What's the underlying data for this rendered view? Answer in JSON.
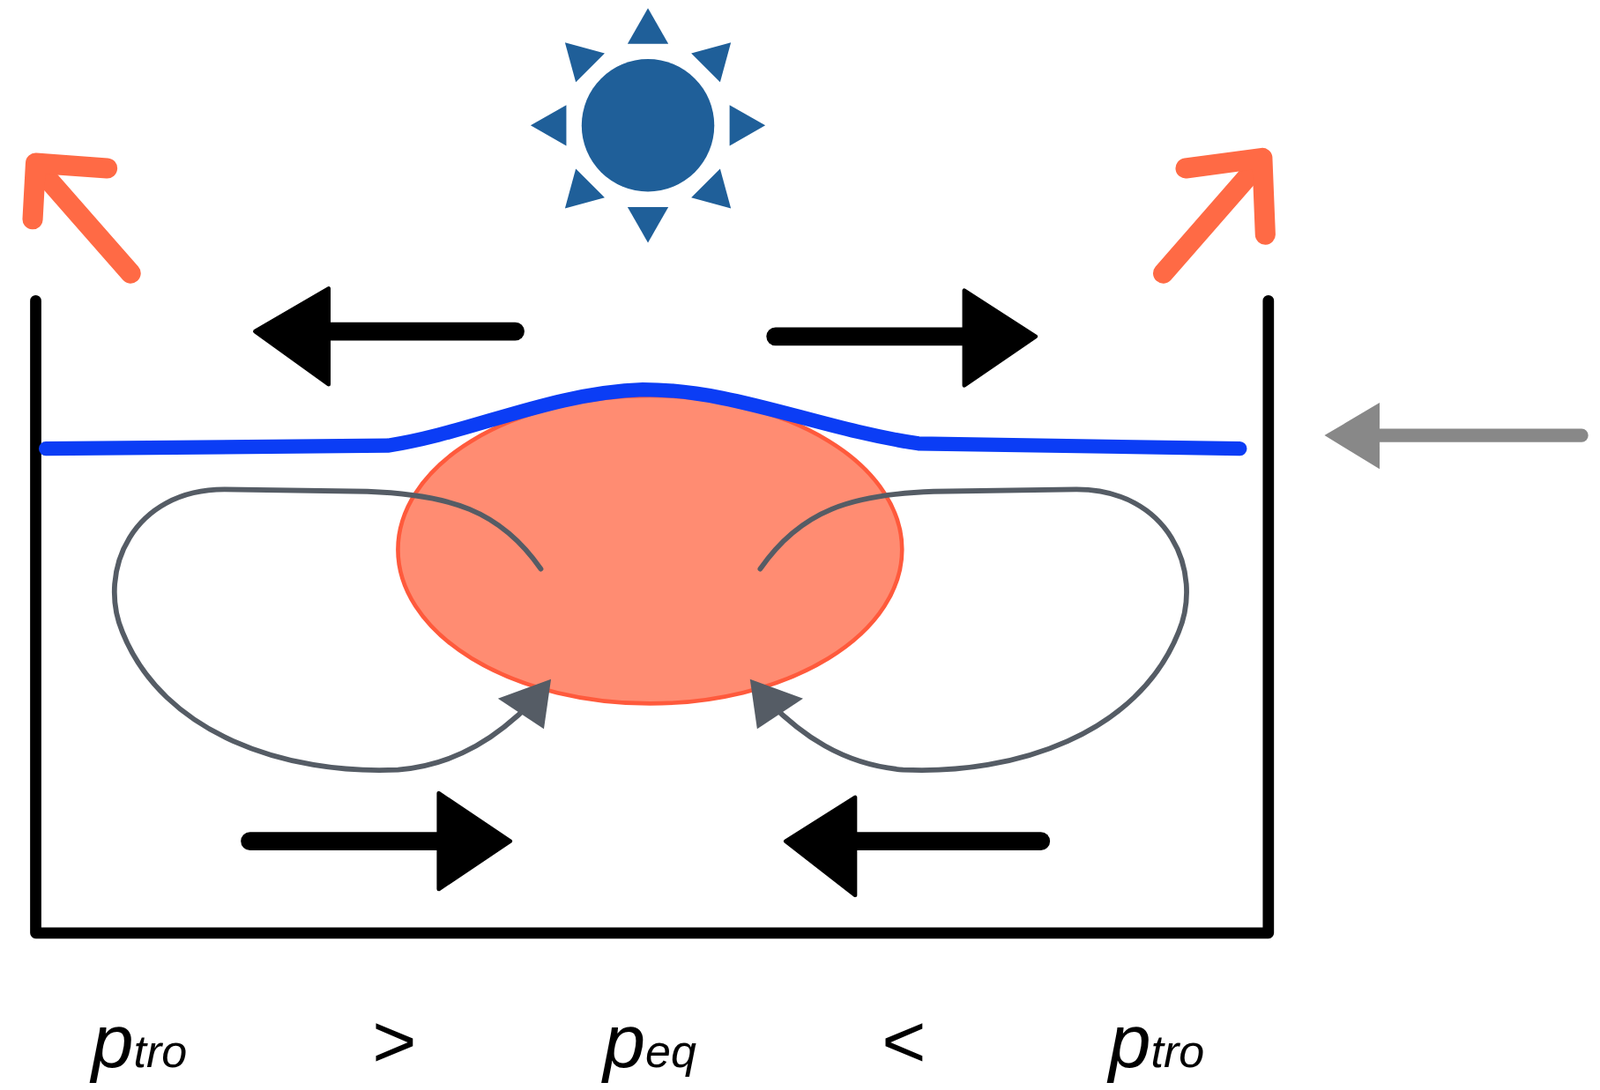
{
  "diagram": {
    "labels": [
      "ptro",
      ">",
      "peq",
      "<",
      "ptro"
    ]
  }
}
